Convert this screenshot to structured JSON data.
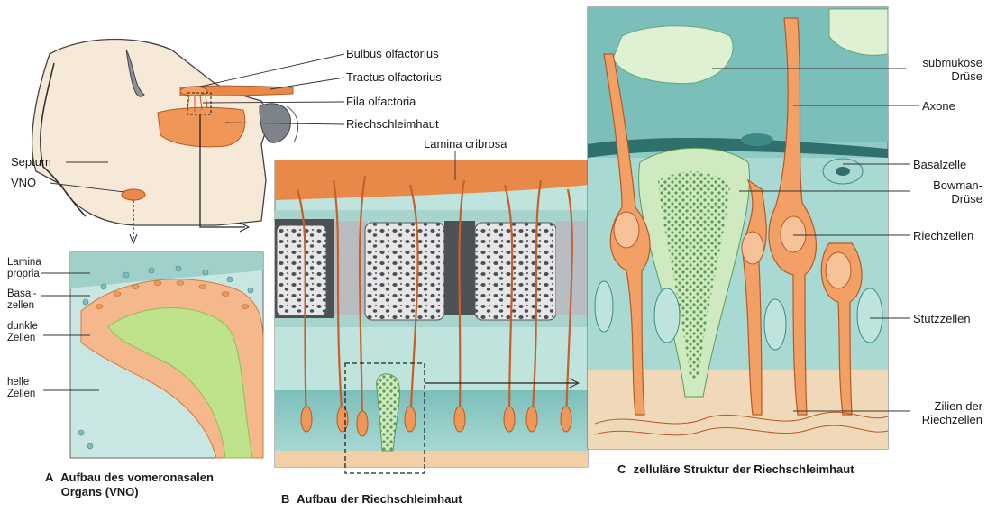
{
  "labels": {
    "bulbus": "Bulbus olfactorius",
    "tractus": "Tractus olfactorius",
    "fila": "Fila olfactoria",
    "riechschleimhaut_top": "Riechschleimhaut",
    "septum": "Septum",
    "vno": "VNO",
    "lamina_cribrosa": "Lamina cribrosa",
    "lamina_propria": [
      "Lamina",
      "propria"
    ],
    "basalzellen": [
      "Basal-",
      "zellen"
    ],
    "dunkle_zellen": [
      "dunkle",
      "Zellen"
    ],
    "helle_zellen": [
      "helle",
      "Zellen"
    ],
    "submukoese": [
      "submuköse",
      "Drüse"
    ],
    "axone": "Axone",
    "basalzelle": "Basalzelle",
    "bowman": [
      "Bowman-",
      "Drüse"
    ],
    "riechzellen": "Riechzellen",
    "stuetzzellen": "Stützzellen",
    "zilien": [
      "Zilien der",
      "Riechzellen"
    ]
  },
  "captions": {
    "a_letter": "A",
    "a_text": [
      "Aufbau des vomeronasalen",
      "Organs (VNO)"
    ],
    "b_letter": "B",
    "b_text": "Aufbau der Riechschleimhaut",
    "c_letter": "C",
    "c_text": "zelluläre Struktur der Riechschleimhaut"
  },
  "colors": {
    "orange": "#e8894a",
    "orange_light": "#f2b080",
    "teal": "#7fc1bd",
    "teal_light": "#bfe3dd",
    "green": "#9fd48a",
    "bone": "#8a8f96",
    "skin": "#f7e7d3"
  }
}
